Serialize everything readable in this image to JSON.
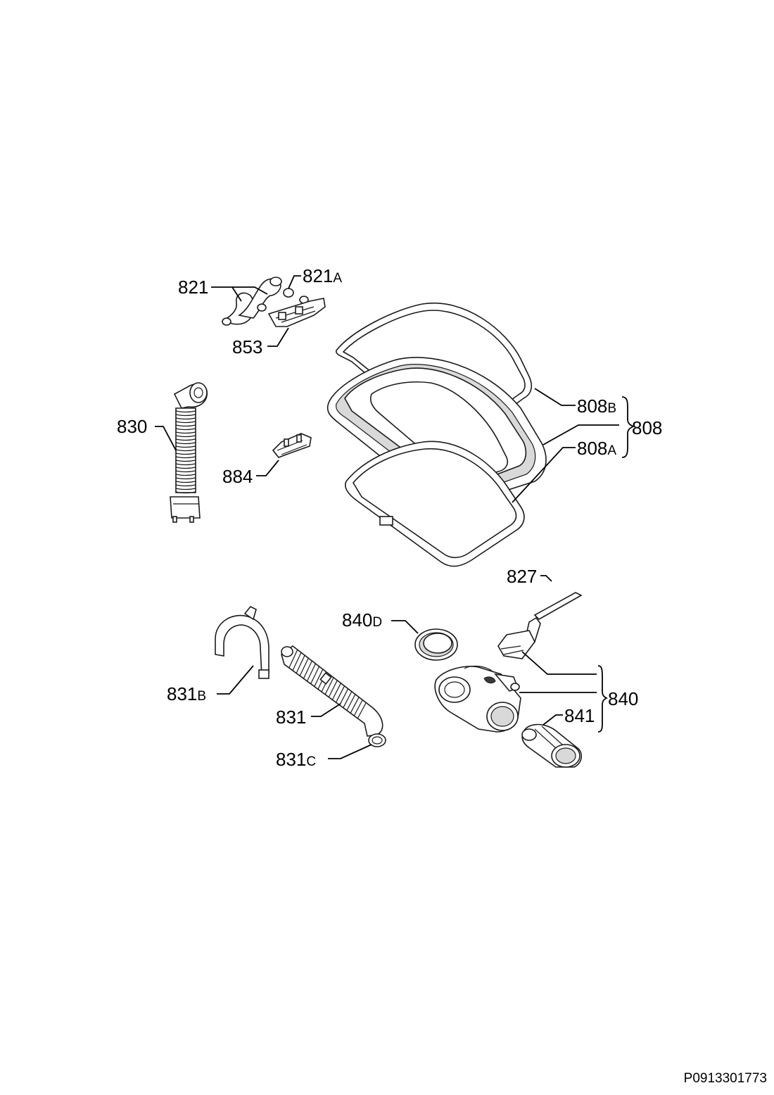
{
  "callouts": {
    "c821": {
      "num": "821",
      "suffix": ""
    },
    "c821A": {
      "num": "821",
      "suffix": "A"
    },
    "c853": {
      "num": "853",
      "suffix": ""
    },
    "c830": {
      "num": "830",
      "suffix": ""
    },
    "c884": {
      "num": "884",
      "suffix": ""
    },
    "c808B": {
      "num": "808",
      "suffix": "B"
    },
    "c808": {
      "num": "808",
      "suffix": ""
    },
    "c808A": {
      "num": "808",
      "suffix": "A"
    },
    "c827": {
      "num": "827",
      "suffix": ""
    },
    "c840D": {
      "num": "840",
      "suffix": "D"
    },
    "c840": {
      "num": "840",
      "suffix": ""
    },
    "c841": {
      "num": "841",
      "suffix": ""
    },
    "c831B": {
      "num": "831",
      "suffix": "B"
    },
    "c831": {
      "num": "831",
      "suffix": ""
    },
    "c831C": {
      "num": "831",
      "suffix": "C"
    }
  },
  "reference_code": "P0913301773"
}
